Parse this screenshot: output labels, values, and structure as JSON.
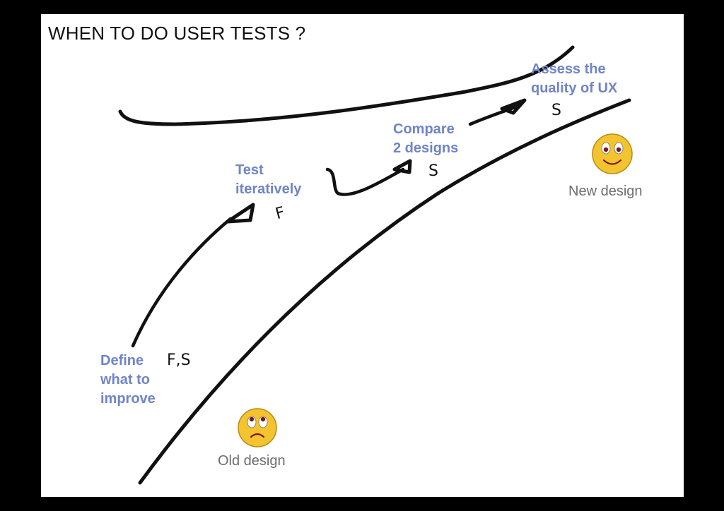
{
  "title": "WHEN TO DO USER TESTS ?",
  "steps": [
    {
      "label": "Define\nwhat to\nimprove",
      "note": "F,S"
    },
    {
      "label": "Test\niteratively",
      "note": "F"
    },
    {
      "label": "Compare\n2 designs",
      "note": "S"
    },
    {
      "label": "Assess the\nquality of UX",
      "note": "S"
    }
  ],
  "old_design": {
    "label": "Old design",
    "mood": "sad"
  },
  "new_design": {
    "label": "New design",
    "mood": "happy"
  },
  "colors": {
    "step_text": "#6f84c9",
    "ink": "#111111",
    "caption": "#6d6d6d",
    "face": "#f4c430"
  }
}
